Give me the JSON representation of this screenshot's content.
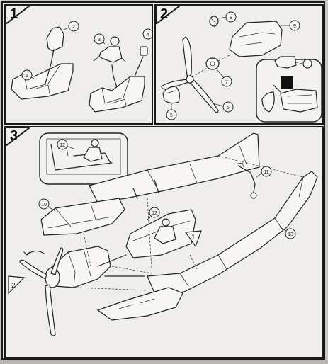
{
  "steps": [
    {
      "number": "1",
      "callouts": [
        "1",
        "2",
        "3",
        "4"
      ]
    },
    {
      "number": "2",
      "callouts": [
        "5",
        "6",
        "7",
        "8",
        "9"
      ]
    },
    {
      "number": "3",
      "callouts": [
        "10",
        "11",
        "12",
        "12",
        "13"
      ]
    }
  ],
  "step3_markers": {
    "marker1": "1",
    "marker2": "2"
  },
  "colors": {
    "ink": "#222222",
    "paper": "#eeedea",
    "fill_black": "#111111"
  }
}
